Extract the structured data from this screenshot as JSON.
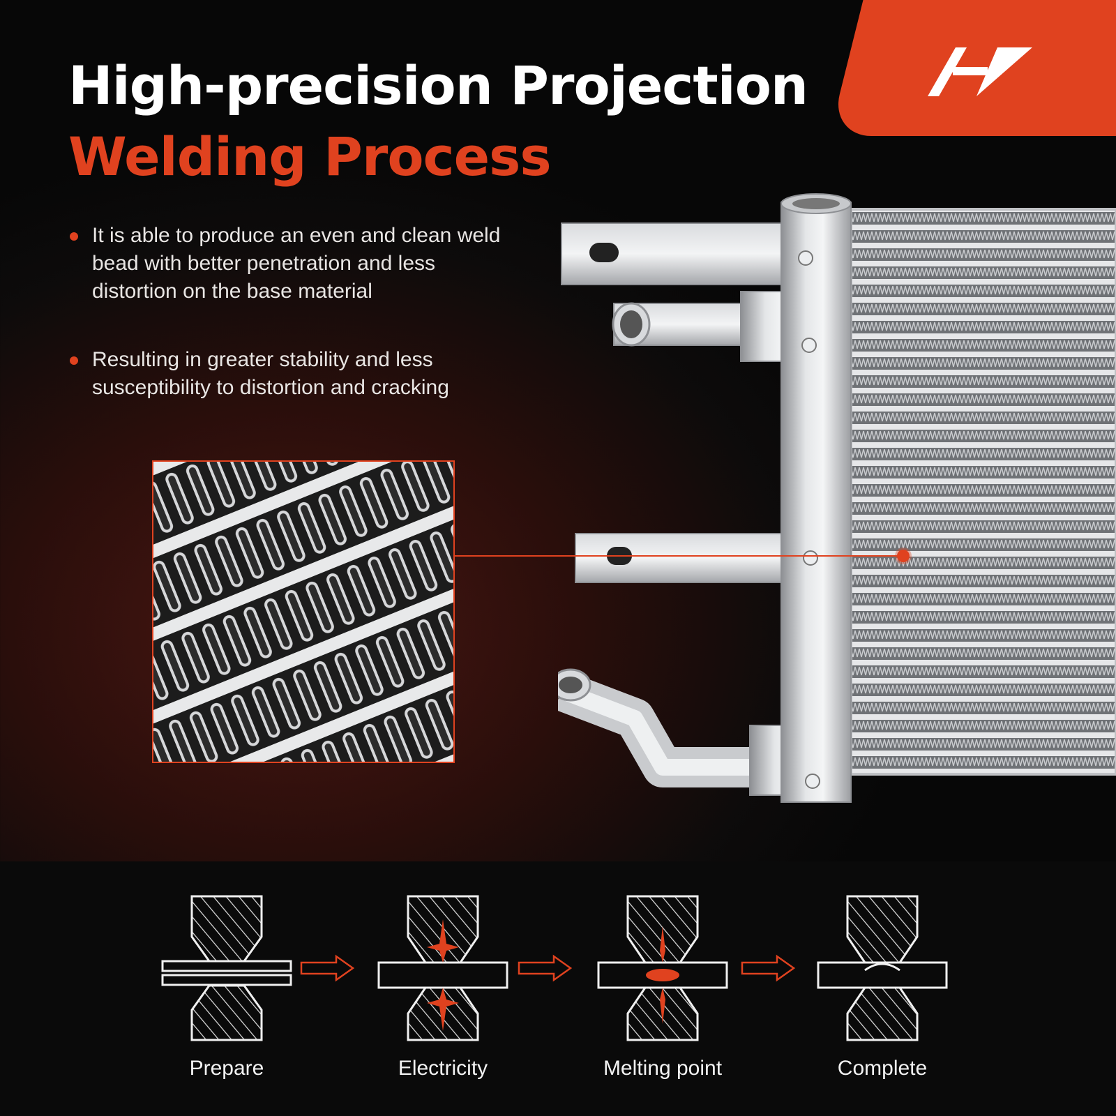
{
  "brand": {
    "logo_icon": "ap-logo-icon",
    "accent_color": "#e0421f"
  },
  "headline": {
    "line1": "High-precision Projection",
    "line2": "Welding Process"
  },
  "bullets": [
    "It is able to produce an even and clean weld bead with better penetration and less distortion on the base material",
    "Resulting in greater stability and less susceptibility to distortion and cracking"
  ],
  "process_steps": [
    {
      "label": "Prepare",
      "icon": "prepare-stage-icon"
    },
    {
      "label": "Electricity",
      "icon": "electricity-stage-icon"
    },
    {
      "label": "Melting point",
      "icon": "melting-stage-icon"
    },
    {
      "label": "Complete",
      "icon": "complete-stage-icon"
    }
  ]
}
